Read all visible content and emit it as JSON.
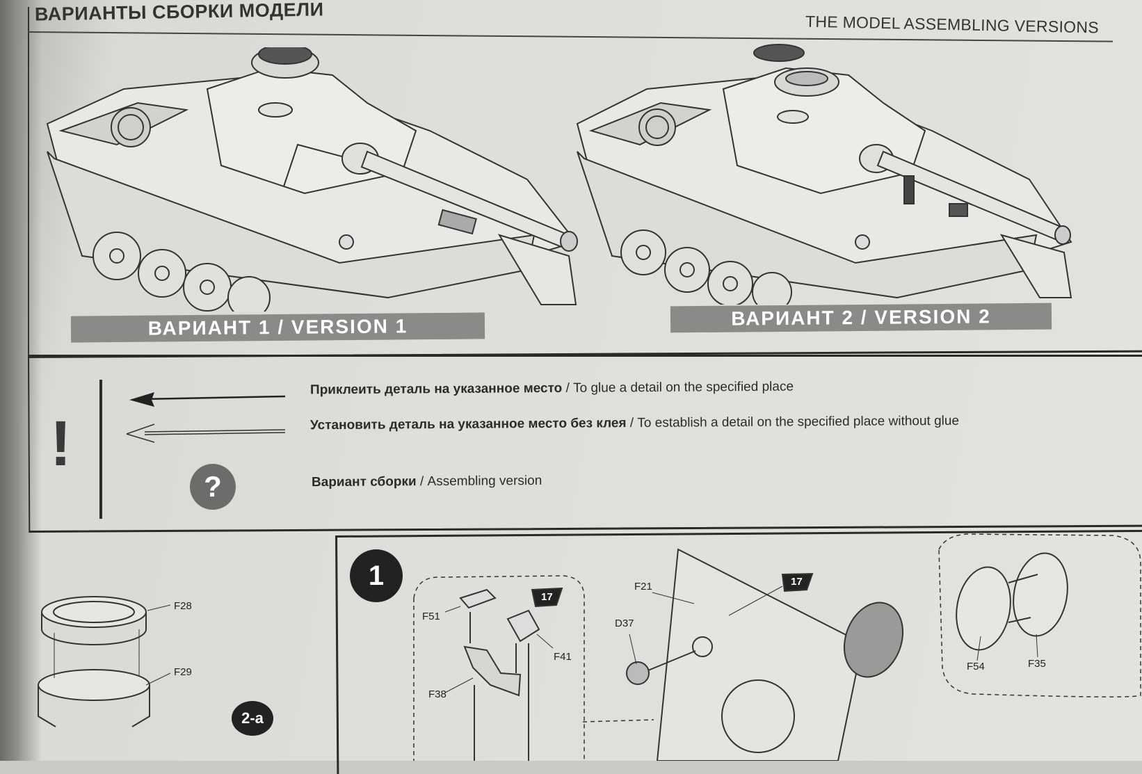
{
  "header": {
    "title_ru": "ВАРИАНТЫ СБОРКИ МОДЕЛИ",
    "title_en": "THE MODEL ASSEMBLING VERSIONS"
  },
  "versions": [
    {
      "label": "ВАРИАНТ  1  /  VERSION  1"
    },
    {
      "label": "ВАРИАНТ  2  /  VERSION  2"
    }
  ],
  "legend": {
    "exclamation": "!",
    "question": "?",
    "items": [
      {
        "bold": "Приклеить деталь на указанное место",
        "text": " / To glue a detail on the specified place"
      },
      {
        "bold": "Установить деталь на указанное место без клея",
        "text": " / To establish a detail on the specified place without glue"
      },
      {
        "bold": "Вариант сборки",
        "text": " / Assembling version"
      }
    ]
  },
  "steps": {
    "step1_number": "1",
    "substep_label": "2-a",
    "badge_17a": "17",
    "badge_17b": "17"
  },
  "part_labels": {
    "f28": "F28",
    "f29": "F29",
    "f51": "F51",
    "f41": "F41",
    "f38": "F38",
    "f21": "F21",
    "d37": "D37",
    "f54": "F54",
    "f35": "F35"
  },
  "colors": {
    "paper": "#e0e0dc",
    "ink": "#2b2b2b",
    "bar_gray": "#8a8a88",
    "question_circle": "#6c6c6a"
  }
}
